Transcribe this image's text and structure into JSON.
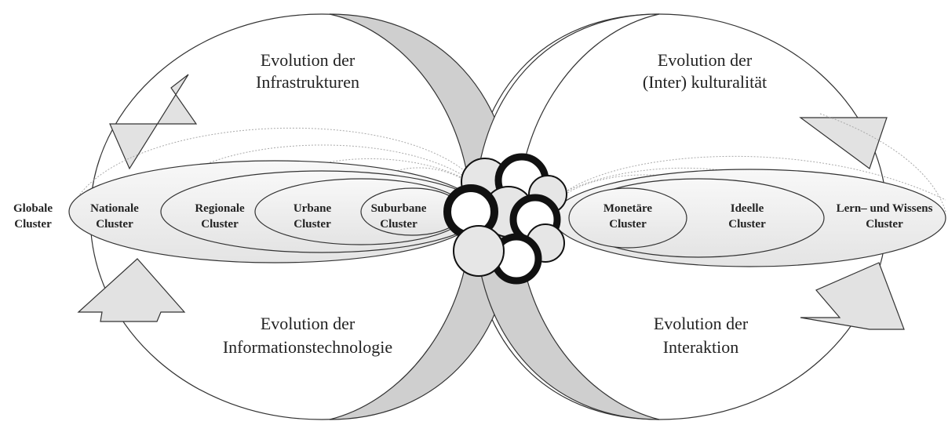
{
  "quadrants": {
    "top_left": {
      "line1": "Evolution der",
      "line2": "Infrastrukturen"
    },
    "top_right": {
      "line1": "Evolution der",
      "line2": "(Inter) kulturalität"
    },
    "bottom_left": {
      "line1": "Evolution der",
      "line2": "Informationstechnologie"
    },
    "bottom_right": {
      "line1": "Evolution der",
      "line2": "Interaktion"
    }
  },
  "left_clusters": {
    "globale": {
      "line1": "Globale",
      "line2": "Cluster"
    },
    "nationale": {
      "line1": "Nationale",
      "line2": "Cluster"
    },
    "regionale": {
      "line1": "Regionale",
      "line2": "Cluster"
    },
    "urbane": {
      "line1": "Urbane",
      "line2": "Cluster"
    },
    "suburbane": {
      "line1": "Suburbane",
      "line2": "Cluster"
    }
  },
  "right_clusters": {
    "monetaere": {
      "line1": "Monetäre",
      "line2": "Cluster"
    },
    "ideelle": {
      "line1": "Ideelle",
      "line2": "Cluster"
    },
    "lern": {
      "line1": "Lern– und Wissens",
      "line2": "Cluster"
    }
  },
  "colors": {
    "arrow_fill": "#e2e2e2",
    "band_fill": "#cfcfcf",
    "ellipse_fill": "#efefef",
    "stroke": "#333333",
    "dotted": "#aaaaaa"
  }
}
